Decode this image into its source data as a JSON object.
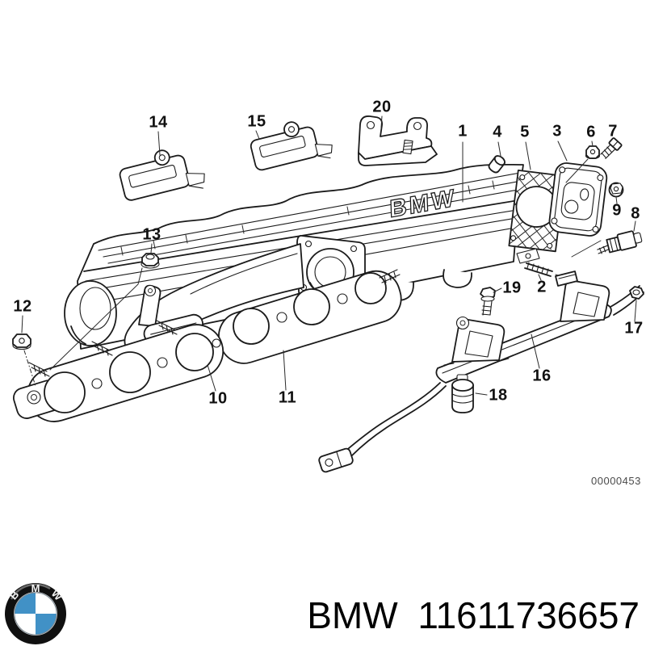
{
  "diagram": {
    "embossed_text": "BMW",
    "serial": "00000453",
    "callouts": {
      "c1": "1",
      "c2": "2",
      "c3": "3",
      "c4": "4",
      "c5": "5",
      "c6": "6",
      "c7": "7",
      "c8": "8",
      "c9": "9",
      "c10": "10",
      "c11": "11",
      "c12": "12",
      "c13": "13",
      "c14": "14",
      "c15": "15",
      "c16": "16",
      "c17": "17",
      "c18": "18",
      "c19": "19",
      "c20": "20"
    }
  },
  "footer": {
    "brand": "BMW",
    "part_number": "11611736657",
    "logo": {
      "letters": [
        "B",
        "M",
        "W"
      ],
      "colors": {
        "ring": "#101010",
        "blue": "#4191c6",
        "white": "#ffffff"
      }
    }
  },
  "colors": {
    "background": "#ffffff",
    "line": "#1b1b1b",
    "label": "#111111",
    "serial": "#4a4a4a"
  }
}
